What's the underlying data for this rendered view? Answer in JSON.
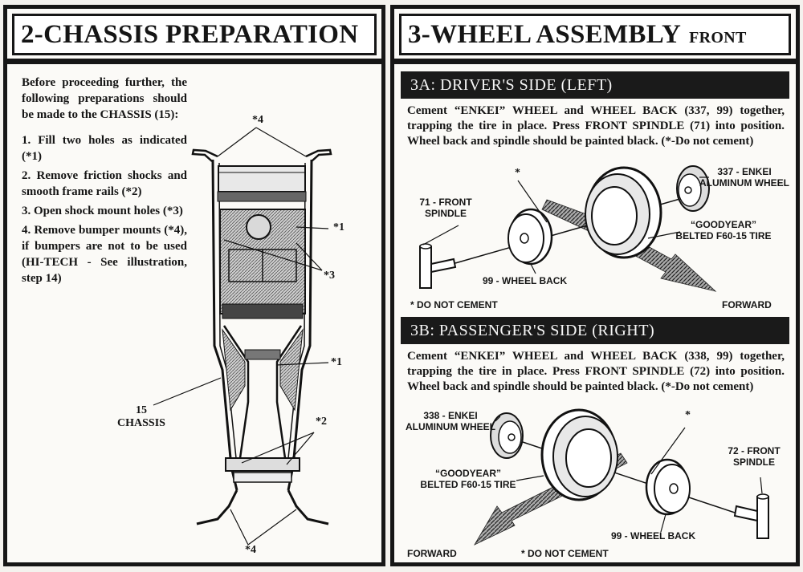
{
  "left": {
    "title": "2-CHASSIS PREPARATION",
    "intro": "Before proceeding further, the following preparations should be made to the CHASSIS (15):",
    "steps": [
      "1. Fill two holes as indicated (*1)",
      "2. Remove friction shocks and smooth frame rails (*2)",
      "3. Open shock mount holes (*3)",
      "4. Remove bumper mounts (*4), if bumpers are not to be used (HI-TECH - See illustration, step 14)"
    ],
    "diagram": {
      "callout_4_top": "*4",
      "callout_1_upper": "*1",
      "callout_3": "*3",
      "callout_1_lower": "*1",
      "callout_2": "*2",
      "callout_4_bottom": "*4",
      "chassis_number": "15",
      "chassis_label": "CHASSIS"
    }
  },
  "right": {
    "title": "3-WHEEL ASSEMBLY",
    "title_suffix": "FRONT",
    "section_a": {
      "heading": "3A: DRIVER'S SIDE (LEFT)",
      "text": "Cement “ENKEI” WHEEL and WHEEL BACK (337, 99) together, trapping the tire in place. Press FRONT SPINDLE (71) into position. Wheel back and spindle should be painted black. (*-Do not cement)",
      "labels": {
        "spindle": "71 - FRONT SPINDLE",
        "wheel": "337 - ENKEI ALUMINUM WHEEL",
        "tire": "“GOODYEAR” BELTED F60-15 TIRE",
        "wheel_back": "99 - WHEEL BACK",
        "star": "*",
        "do_not_cement": "* DO NOT CEMENT",
        "forward": "FORWARD"
      }
    },
    "section_b": {
      "heading": "3B: PASSENGER'S SIDE (RIGHT)",
      "text": "Cement “ENKEI” WHEEL and WHEEL BACK (338, 99) together, trapping the tire in place. Press FRONT SPINDLE (72) into position. Wheel back and spindle should be painted black. (*-Do not cement)",
      "labels": {
        "wheel": "338 - ENKEI ALUMINUM WHEEL",
        "tire": "“GOODYEAR” BELTED F60-15 TIRE",
        "spindle": "72 - FRONT SPINDLE",
        "wheel_back": "99 - WHEEL BACK",
        "star": "*",
        "forward": "FORWARD",
        "do_not_cement": "* DO NOT CEMENT"
      }
    }
  }
}
